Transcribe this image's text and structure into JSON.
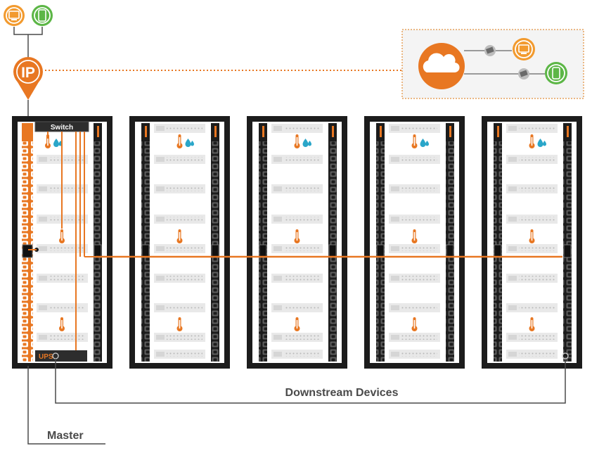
{
  "diagram": {
    "ip_label": "IP",
    "switch_label": "Switch",
    "ups_label": "UPS",
    "downstream_label": "Downstream Devices",
    "master_label": "Master",
    "cloud_icon": "cloud-icon",
    "clients": [
      "monitor-icon",
      "tablet-icon"
    ],
    "rack_count": 5
  },
  "colors": {
    "accent": "#e87722",
    "cable": "#e87722",
    "rack_frame": "#1c1c1c",
    "monitor": "#f29a2e",
    "tablet": "#5cb646",
    "panel_border": "#e6a25c",
    "panel_bg": "#f4f4f4",
    "server": "#e9e9e9",
    "text": "#4a4a4a"
  }
}
